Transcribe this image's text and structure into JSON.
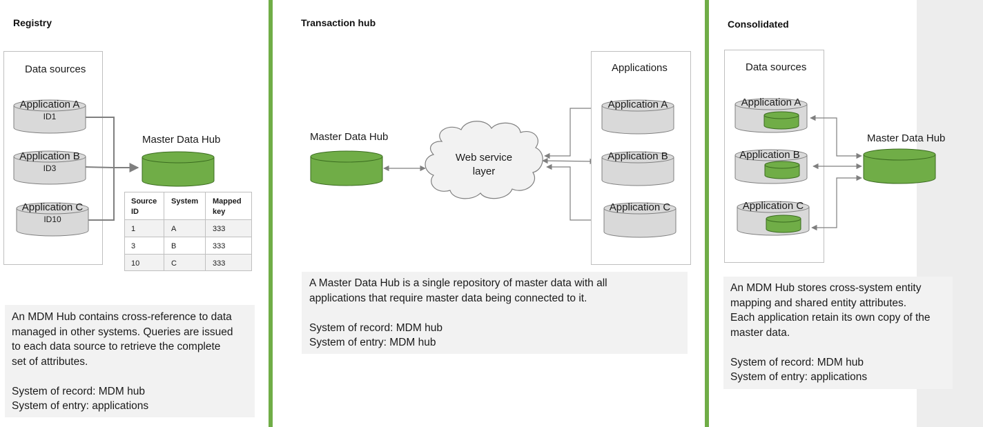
{
  "registry": {
    "title": "Registry",
    "sources_title": "Data sources",
    "apps": [
      {
        "name": "Application A",
        "id": "ID1"
      },
      {
        "name": "Application B",
        "id": "ID3"
      },
      {
        "name": "Application C",
        "id": "ID10"
      }
    ],
    "hub_label": "Master Data Hub",
    "table": {
      "headers": [
        [
          "Source",
          "ID"
        ],
        [
          "System"
        ],
        [
          "Mapped",
          "key"
        ]
      ],
      "rows": [
        [
          "1",
          "A",
          "333"
        ],
        [
          "3",
          "B",
          "333"
        ],
        [
          "10",
          "C",
          "333"
        ]
      ]
    },
    "description": "An MDM Hub contains cross-reference to data managed in other systems. Queries are issued to each data source to retrieve the complete set of attributes.",
    "desc_lines": [
      "An MDM Hub contains cross-reference to data",
      "managed in other systems. Queries are issued",
      "to each data source to retrieve the complete",
      "set of attributes."
    ],
    "system_of_record": "System of record: MDM hub",
    "system_of_entry": "System of entry: applications"
  },
  "transaction": {
    "title": "Transaction hub",
    "hub_label": "Master Data Hub",
    "cloud_label": [
      "Web service",
      "layer"
    ],
    "apps_title": "Applications",
    "apps": [
      "Application A",
      "Application B",
      "Application C"
    ],
    "desc_lines": [
      "A Master Data Hub is a single repository of master data with all",
      "applications that require master data being connected to it."
    ],
    "system_of_record": "System of record: MDM hub",
    "system_of_entry": "System of entry: MDM hub"
  },
  "consolidated": {
    "title": "Consolidated",
    "sources_title": "Data sources",
    "apps": [
      "Application A",
      "Application B",
      "Application C"
    ],
    "hub_label": "Master Data Hub",
    "desc_lines": [
      "An MDM Hub stores cross-system entity",
      "mapping and shared entity attributes.",
      "Each application retain its own copy of the",
      "master data."
    ],
    "system_of_record": "System of record: MDM hub",
    "system_of_entry": "System of entry: applications"
  },
  "colors": {
    "divider": "#70ad47",
    "hub_green": "#70ad47",
    "hub_stroke": "#3a6b1f",
    "app_gray": "#d9d9d9",
    "right_strip": "#ededed"
  }
}
